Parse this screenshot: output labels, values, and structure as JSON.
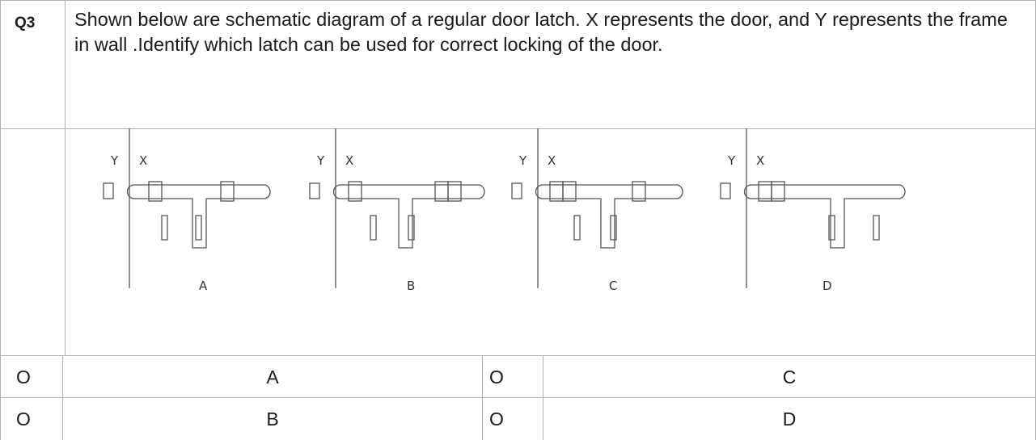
{
  "question": {
    "number": "Q3",
    "text": "Shown below are schematic diagram of a regular door latch. X represents the door, and Y represents the frame in wall .Identify which latch can be used for correct locking of the door."
  },
  "diagram": {
    "frame_label": "Y",
    "door_label": "X",
    "latches": [
      {
        "label": "A"
      },
      {
        "label": "B"
      },
      {
        "label": "C"
      },
      {
        "label": "D"
      }
    ]
  },
  "options": [
    {
      "marker": "O",
      "text": "A"
    },
    {
      "marker": "O",
      "text": "C"
    },
    {
      "marker": "O",
      "text": "B"
    },
    {
      "marker": "O",
      "text": "D"
    }
  ]
}
